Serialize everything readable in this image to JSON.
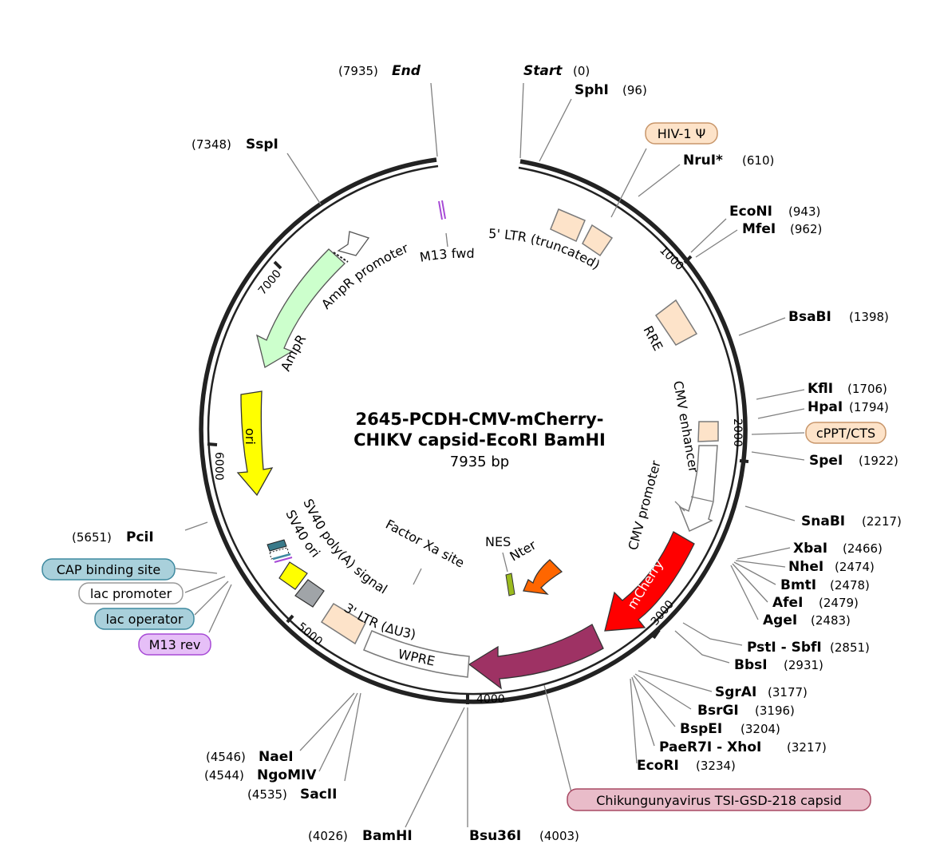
{
  "plasmid": {
    "name_line1": "2645-PCDH-CMV-mCherry-",
    "name_line2": "CHIKV capsid-EcoRI BamHI",
    "length": "7935 bp"
  },
  "ticks": [
    "1000",
    "2000",
    "3000",
    "4000",
    "5000",
    "6000",
    "7000"
  ],
  "sites": [
    {
      "name": "Start",
      "pos": "(0)"
    },
    {
      "name": "SphI",
      "pos": "(96)"
    },
    {
      "name": "NruI*",
      "pos": "(610)"
    },
    {
      "name": "EcoNI",
      "pos": "(943)"
    },
    {
      "name": "MfeI",
      "pos": "(962)"
    },
    {
      "name": "BsaBI",
      "pos": "(1398)"
    },
    {
      "name": "KflI",
      "pos": "(1706)"
    },
    {
      "name": "HpaI",
      "pos": "(1794)"
    },
    {
      "name": "SpeI",
      "pos": "(1922)"
    },
    {
      "name": "SnaBI",
      "pos": "(2217)"
    },
    {
      "name": "XbaI",
      "pos": "(2466)"
    },
    {
      "name": "NheI",
      "pos": "(2474)"
    },
    {
      "name": "BmtI",
      "pos": "(2478)"
    },
    {
      "name": "AfeI",
      "pos": "(2479)"
    },
    {
      "name": "AgeI",
      "pos": "(2483)"
    },
    {
      "name": "PstI - SbfI",
      "pos": "(2851)"
    },
    {
      "name": "BbsI",
      "pos": "(2931)"
    },
    {
      "name": "SgrAI",
      "pos": "(3177)"
    },
    {
      "name": "BsrGI",
      "pos": "(3196)"
    },
    {
      "name": "BspEI",
      "pos": "(3204)"
    },
    {
      "name": "PaeR7I - XhoI",
      "pos": "(3217)"
    },
    {
      "name": "EcoRI",
      "pos": "(3234)"
    },
    {
      "name": "Bsu36I",
      "pos": "(4003)"
    },
    {
      "name": "BamHI",
      "pos": "(4026)"
    },
    {
      "name": "SacII",
      "pos": "(4535)"
    },
    {
      "name": "NgoMIV",
      "pos": "(4544)"
    },
    {
      "name": "NaeI",
      "pos": "(4546)"
    },
    {
      "name": "PciI",
      "pos": "(5651)"
    },
    {
      "name": "SspI",
      "pos": "(7348)"
    },
    {
      "name": "End",
      "pos": "(7935)"
    }
  ],
  "boxed_labels": [
    {
      "text": "HIV-1 Ψ",
      "fill": "#fde3c9",
      "stroke": "#c8966a"
    },
    {
      "text": "cPPT/CTS",
      "fill": "#fde3c9",
      "stroke": "#c8966a"
    },
    {
      "text": "CAP binding site",
      "fill": "#a9d0db",
      "stroke": "#3f8aa0"
    },
    {
      "text": "lac promoter",
      "fill": "#ffffff",
      "stroke": "#9a9a9a"
    },
    {
      "text": "lac operator",
      "fill": "#a9d0db",
      "stroke": "#3f8aa0"
    },
    {
      "text": "M13 rev",
      "fill": "#e6bff7",
      "stroke": "#a74ad6"
    },
    {
      "text": "Chikungunyavirus TSI-GSD-218 capsid",
      "fill": "#e9bcc9",
      "stroke": "#a84a64"
    }
  ],
  "features": [
    {
      "label": "M13 fwd"
    },
    {
      "label": "5' LTR (truncated)"
    },
    {
      "label": "RRE"
    },
    {
      "label": "CMV enhancer"
    },
    {
      "label": "CMV promoter"
    },
    {
      "label": "mCherry",
      "color": "#ff0000"
    },
    {
      "label": "WPRE"
    },
    {
      "label": "3' LTR (ΔU3)"
    },
    {
      "label": "SV40 poly(A) signal"
    },
    {
      "label": "SV40 ori"
    },
    {
      "label": "ori",
      "color": "#ffff00"
    },
    {
      "label": "AmpR",
      "color": "#ccffcc"
    },
    {
      "label": "AmpR promoter"
    },
    {
      "label": "Factor Xa site"
    },
    {
      "label": "NES"
    },
    {
      "label": "Nter",
      "color": "#ff6600"
    }
  ],
  "colors": {
    "capsid": "#9e3264",
    "ltr": "#fde3c9",
    "backbone": "#222222"
  }
}
